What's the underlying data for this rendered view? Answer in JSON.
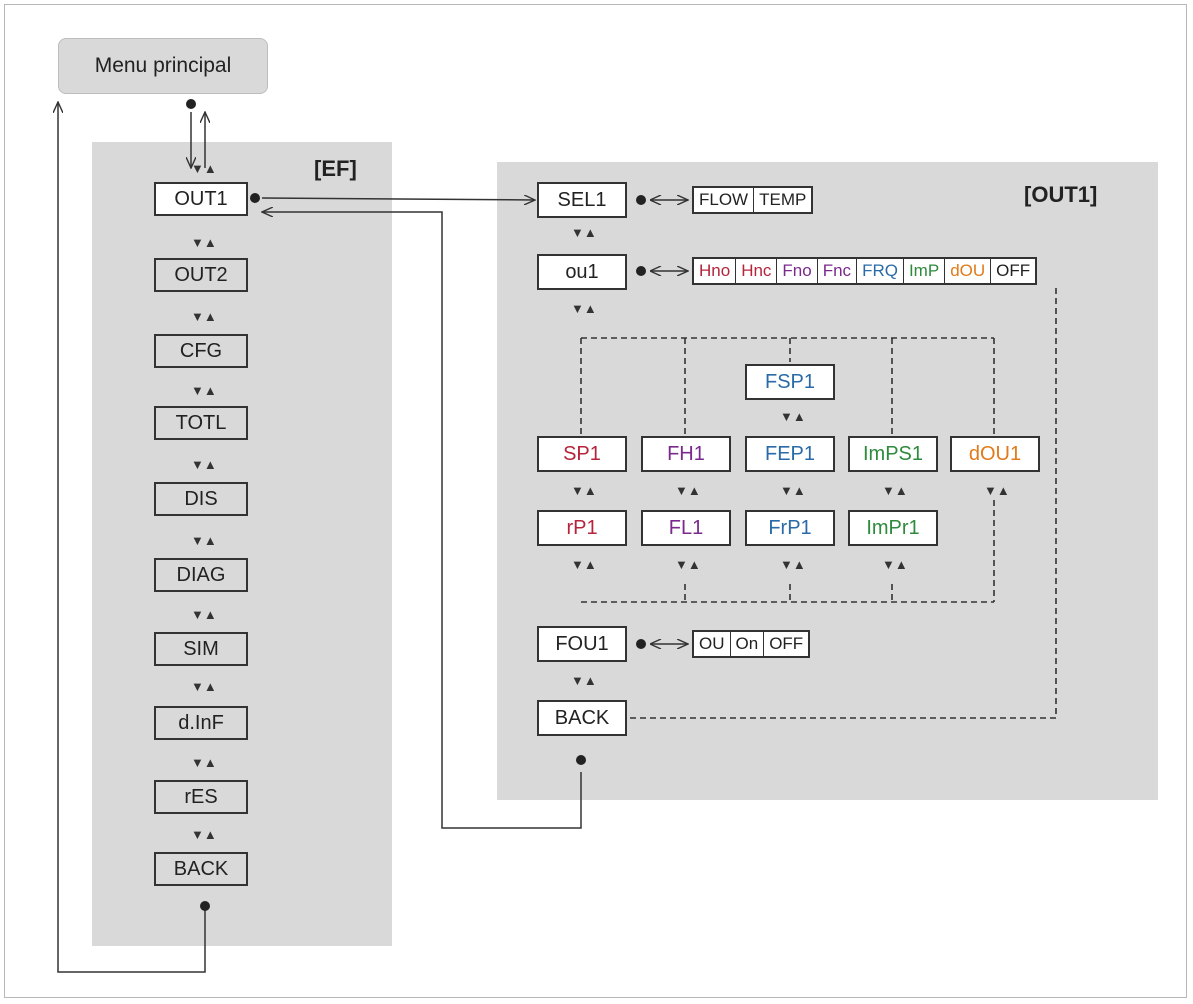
{
  "menu": {
    "label": "Menu principal"
  },
  "ef_panel": {
    "title": "[EF]",
    "items": [
      {
        "label": "OUT1",
        "style": "white"
      },
      {
        "label": "OUT2",
        "style": "grey"
      },
      {
        "label": "CFG",
        "style": "grey"
      },
      {
        "label": "TOTL",
        "style": "grey"
      },
      {
        "label": "DIS",
        "style": "grey"
      },
      {
        "label": "DIAG",
        "style": "grey"
      },
      {
        "label": "SIM",
        "style": "grey"
      },
      {
        "label": "d.InF",
        "style": "grey"
      },
      {
        "label": "rES",
        "style": "grey"
      },
      {
        "label": "BACK",
        "style": "grey"
      }
    ]
  },
  "out1_panel": {
    "title": "[OUT1]",
    "sel1": {
      "label": "SEL1",
      "options": [
        "FLOW",
        "TEMP"
      ]
    },
    "ou1": {
      "label": "ou1",
      "options": [
        {
          "text": "Hno",
          "color": "#b5243b"
        },
        {
          "text": "Hnc",
          "color": "#b5243b"
        },
        {
          "text": "Fno",
          "color": "#7a2a8c"
        },
        {
          "text": "Fnc",
          "color": "#7a2a8c"
        },
        {
          "text": "FRQ",
          "color": "#2a6aa8"
        },
        {
          "text": "ImP",
          "color": "#2e8a3c"
        },
        {
          "text": "dOU",
          "color": "#e07a1a"
        },
        {
          "text": "OFF",
          "color": "#222222"
        }
      ]
    },
    "fsp1": {
      "label": "FSP1",
      "color": "#2a6aa8"
    },
    "row_a": [
      {
        "label": "SP1",
        "color": "#b5243b"
      },
      {
        "label": "FH1",
        "color": "#7a2a8c"
      },
      {
        "label": "FEP1",
        "color": "#2a6aa8"
      },
      {
        "label": "ImPS1",
        "color": "#2e8a3c"
      },
      {
        "label": "dOU1",
        "color": "#e07a1a"
      }
    ],
    "row_b": [
      {
        "label": "rP1",
        "color": "#b5243b"
      },
      {
        "label": "FL1",
        "color": "#7a2a8c"
      },
      {
        "label": "FrP1",
        "color": "#2a6aa8"
      },
      {
        "label": "ImPr1",
        "color": "#2e8a3c"
      }
    ],
    "fou1": {
      "label": "FOU1",
      "options": [
        "OU",
        "On",
        "OFF"
      ]
    },
    "back": {
      "label": "BACK"
    }
  },
  "glyphs": {
    "updown": "▼▲"
  }
}
